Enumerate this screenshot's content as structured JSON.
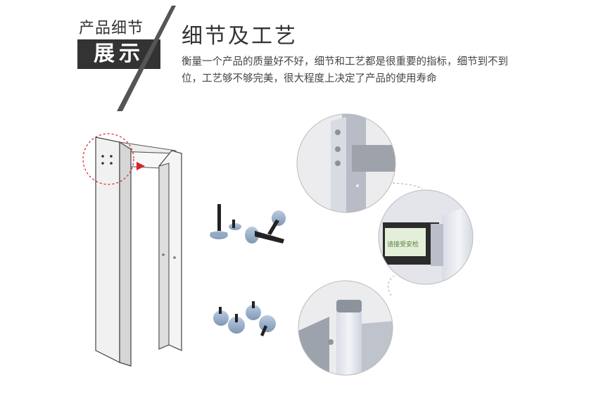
{
  "header": {
    "badge_line1": "产品细节",
    "badge_line2": "展示",
    "title": "细节及工艺",
    "description": "衡量一个产品的质量好不好，细节和工艺都是很重要的指标，细节到不到位，工艺够不够完美，很大程度上决定了产品的使用寿命"
  },
  "screen": {
    "text": "请接受安检"
  },
  "colors": {
    "dark": "#333333",
    "accent_red": "#d9202a",
    "panel": "#a7aab2",
    "frame_gray": "#9da3ad"
  }
}
